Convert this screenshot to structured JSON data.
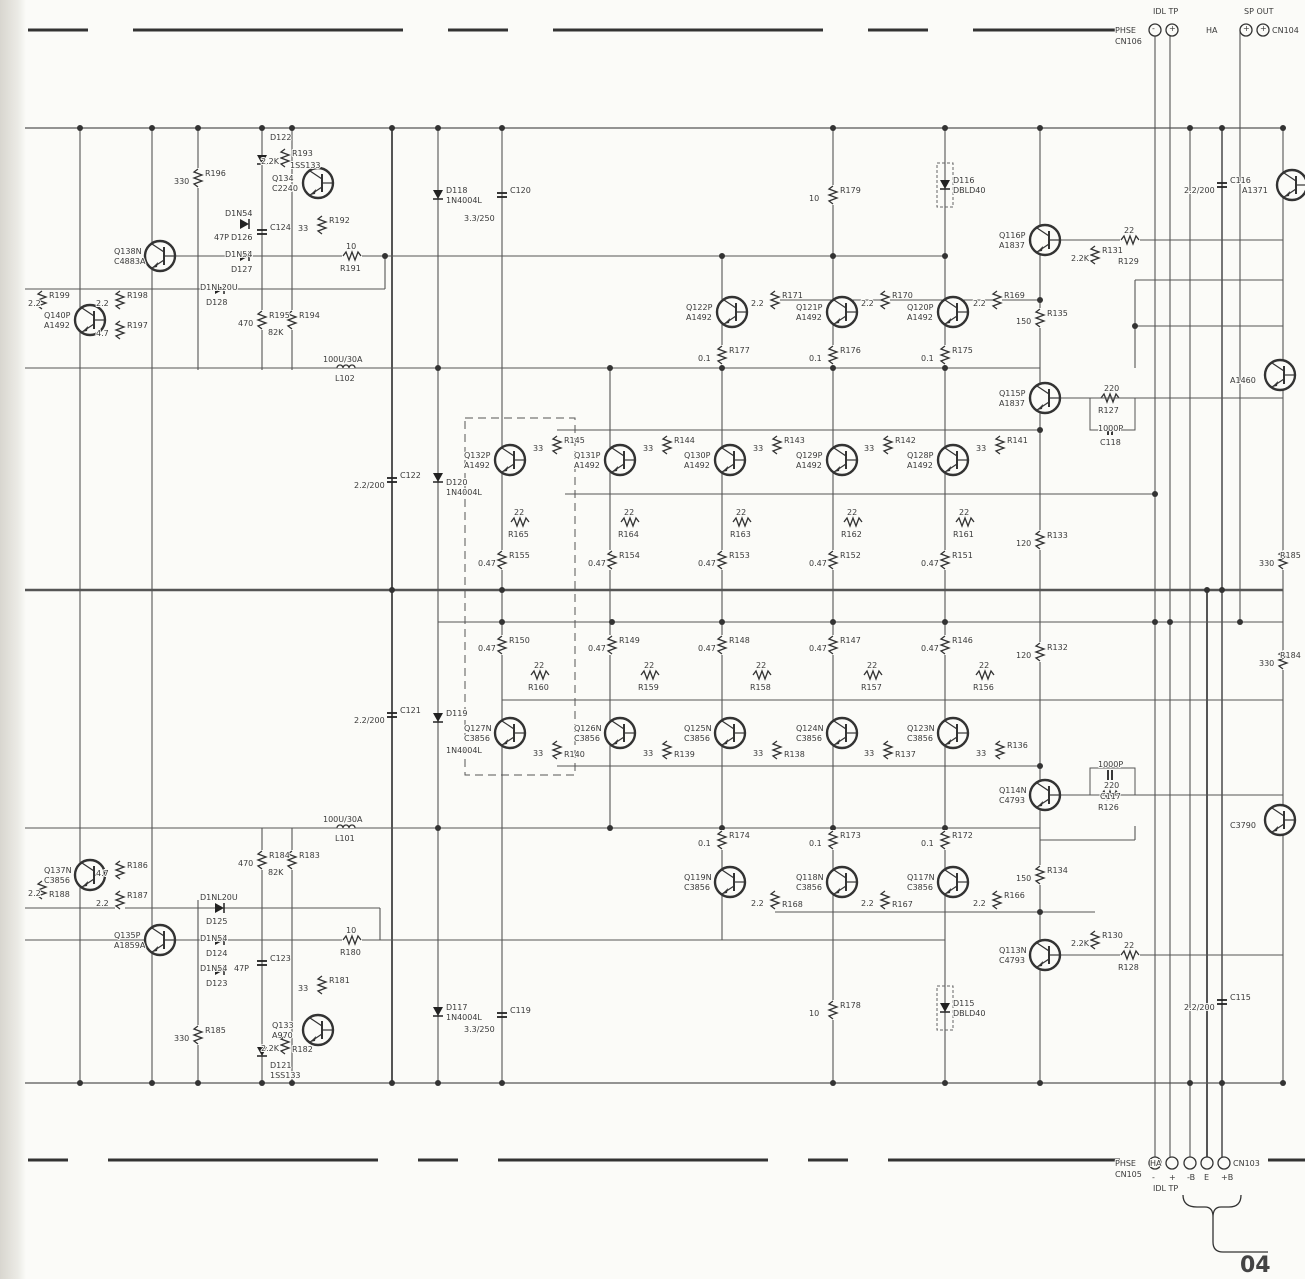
{
  "sheet_number": "04",
  "connectors": {
    "top_left": {
      "ref": "CN106",
      "name": "PHSE",
      "title": "IDL TP",
      "signs": [
        "-",
        "+"
      ]
    },
    "top_right": {
      "ref": "CN104",
      "name": "HA",
      "title": "SP OUT",
      "signs": [
        "+",
        "+"
      ]
    },
    "bottom_left": {
      "ref": "CN105",
      "name": "PHSE",
      "title": "IDL TP",
      "signs": [
        "-",
        "+"
      ]
    },
    "bottom_right": {
      "ref": "CN103",
      "name": "HA",
      "signs": [
        "-B",
        "E",
        "+B"
      ]
    }
  },
  "transistors": [
    {
      "ref": "Q138N",
      "part": "C4883A"
    },
    {
      "ref": "Q140P",
      "part": "A1492"
    },
    {
      "ref": "Q134",
      "part": "C2240"
    },
    {
      "ref": "Q135P",
      "part": "A1859A"
    },
    {
      "ref": "Q137N",
      "part": "C3856"
    },
    {
      "ref": "Q133",
      "part": "A970"
    },
    {
      "ref": "Q132P",
      "part": "A1492"
    },
    {
      "ref": "Q131P",
      "part": "A1492"
    },
    {
      "ref": "Q130P",
      "part": "A1492"
    },
    {
      "ref": "Q129P",
      "part": "A1492"
    },
    {
      "ref": "Q128P",
      "part": "A1492"
    },
    {
      "ref": "Q122P",
      "part": "A1492"
    },
    {
      "ref": "Q121P",
      "part": "A1492"
    },
    {
      "ref": "Q120P",
      "part": "A1492"
    },
    {
      "ref": "Q116P",
      "part": "A1837"
    },
    {
      "ref": "Q115P",
      "part": "A1837"
    },
    {
      "ref": "Q127N",
      "part": "C3856"
    },
    {
      "ref": "Q126N",
      "part": "C3856"
    },
    {
      "ref": "Q125N",
      "part": "C3856"
    },
    {
      "ref": "Q124N",
      "part": "C3856"
    },
    {
      "ref": "Q123N",
      "part": "C3856"
    },
    {
      "ref": "Q119N",
      "part": "C3856"
    },
    {
      "ref": "Q118N",
      "part": "C3856"
    },
    {
      "ref": "Q117N",
      "part": "C3856"
    },
    {
      "ref": "Q114N",
      "part": "C4793"
    },
    {
      "ref": "Q113N",
      "part": "C4793"
    },
    {
      "ref": "",
      "part": "A1460"
    },
    {
      "ref": "",
      "part": "C3790"
    },
    {
      "ref": "",
      "part": "A1371"
    }
  ],
  "resistors": [
    {
      "ref": "R196",
      "value": "330"
    },
    {
      "ref": "R198",
      "value": "2.2"
    },
    {
      "ref": "R197",
      "value": "4.7"
    },
    {
      "ref": "R193",
      "value": "2.2K"
    },
    {
      "ref": "R192",
      "value": "33"
    },
    {
      "ref": "R191",
      "value": "10"
    },
    {
      "ref": "R195",
      "value": "470"
    },
    {
      "ref": "R194",
      "value": "82K"
    },
    {
      "ref": "R179",
      "value": "10"
    },
    {
      "ref": "R171",
      "value": "2.2"
    },
    {
      "ref": "R170",
      "value": "2.2"
    },
    {
      "ref": "R169",
      "value": "2.2"
    },
    {
      "ref": "R177",
      "value": "0.1"
    },
    {
      "ref": "R176",
      "value": "0.1"
    },
    {
      "ref": "R175",
      "value": "0.1"
    },
    {
      "ref": "R135",
      "value": "150"
    },
    {
      "ref": "R131",
      "value": "2.2K"
    },
    {
      "ref": "R129",
      "value": "22"
    },
    {
      "ref": "R127",
      "value": "220"
    },
    {
      "ref": "R145",
      "value": "33"
    },
    {
      "ref": "R144",
      "value": "33"
    },
    {
      "ref": "R143",
      "value": "33"
    },
    {
      "ref": "R142",
      "value": "33"
    },
    {
      "ref": "R141",
      "value": "33"
    },
    {
      "ref": "R165",
      "value": "22"
    },
    {
      "ref": "R164",
      "value": "22"
    },
    {
      "ref": "R163",
      "value": "22"
    },
    {
      "ref": "R162",
      "value": "22"
    },
    {
      "ref": "R161",
      "value": "22"
    },
    {
      "ref": "R155",
      "value": "0.47"
    },
    {
      "ref": "R154",
      "value": "0.47"
    },
    {
      "ref": "R153",
      "value": "0.47"
    },
    {
      "ref": "R152",
      "value": "0.47"
    },
    {
      "ref": "R151",
      "value": "0.47"
    },
    {
      "ref": "R133",
      "value": "120"
    },
    {
      "ref": "R185",
      "value": "330"
    },
    {
      "ref": "R150",
      "value": "0.47"
    },
    {
      "ref": "R149",
      "value": "0.47"
    },
    {
      "ref": "R148",
      "value": "0.47"
    },
    {
      "ref": "R147",
      "value": "0.47"
    },
    {
      "ref": "R146",
      "value": "0.47"
    },
    {
      "ref": "R160",
      "value": "22"
    },
    {
      "ref": "R159",
      "value": "22"
    },
    {
      "ref": "R158",
      "value": "22"
    },
    {
      "ref": "R157",
      "value": "22"
    },
    {
      "ref": "R156",
      "value": "22"
    },
    {
      "ref": "R132",
      "value": "120"
    },
    {
      "ref": "R184",
      "value": "330"
    },
    {
      "ref": "R140",
      "value": "33"
    },
    {
      "ref": "R139",
      "value": "33"
    },
    {
      "ref": "R138",
      "value": "33"
    },
    {
      "ref": "R137",
      "value": "33"
    },
    {
      "ref": "R136",
      "value": "33"
    },
    {
      "ref": "R126",
      "value": "220"
    },
    {
      "ref": "R174",
      "value": "0.1"
    },
    {
      "ref": "R173",
      "value": "0.1"
    },
    {
      "ref": "R172",
      "value": "0.1"
    },
    {
      "ref": "R168",
      "value": "2.2"
    },
    {
      "ref": "R167",
      "value": "2.2"
    },
    {
      "ref": "R166",
      "value": "2.2"
    },
    {
      "ref": "R134",
      "value": "150"
    },
    {
      "ref": "R130",
      "value": "2.2K"
    },
    {
      "ref": "R128",
      "value": "22"
    },
    {
      "ref": "R178",
      "value": "10"
    },
    {
      "ref": "R186",
      "value": "4.7"
    },
    {
      "ref": "R187",
      "value": "2.2"
    },
    {
      "ref": "R184",
      "value": "470"
    },
    {
      "ref": "R183",
      "value": "82K"
    },
    {
      "ref": "R180",
      "value": "10"
    },
    {
      "ref": "R181",
      "value": "33"
    },
    {
      "ref": "R182",
      "value": "2.2K"
    },
    {
      "ref": "R185",
      "value": "330"
    },
    {
      "ref": "R199",
      "value": "2.2"
    },
    {
      "ref": "R188",
      "value": "2.2"
    }
  ],
  "diodes": [
    {
      "ref": "D122",
      "part": "1SS133"
    },
    {
      "ref": "D126",
      "part": "D1N54"
    },
    {
      "ref": "D127",
      "part": "D1N54"
    },
    {
      "ref": "D128",
      "part": "D1NL20U"
    },
    {
      "ref": "D118",
      "part": "1N4004L"
    },
    {
      "ref": "D120",
      "part": "1N4004L"
    },
    {
      "ref": "D119",
      "part": "1N4004L"
    },
    {
      "ref": "D117",
      "part": "1N4004L"
    },
    {
      "ref": "D116",
      "part": "DBLD40"
    },
    {
      "ref": "D115",
      "part": "DBLD40"
    },
    {
      "ref": "D125",
      "part": "D1NL20U"
    },
    {
      "ref": "D124",
      "part": "D1N54"
    },
    {
      "ref": "D123",
      "part": "D1N54"
    },
    {
      "ref": "D121",
      "part": "1SS133"
    }
  ],
  "capacitors": [
    {
      "ref": "C124",
      "value": "47P"
    },
    {
      "ref": "C120",
      "value": "3.3/250"
    },
    {
      "ref": "C122",
      "value": "2.2/200"
    },
    {
      "ref": "C121",
      "value": "2.2/200"
    },
    {
      "ref": "C119",
      "value": "3.3/250"
    },
    {
      "ref": "C123",
      "value": "47P"
    },
    {
      "ref": "C118",
      "value": "1000P"
    },
    {
      "ref": "C117",
      "value": "1000P"
    },
    {
      "ref": "C116",
      "value": "2.2/200"
    },
    {
      "ref": "C115",
      "value": "2.2/200"
    }
  ],
  "inductors": [
    {
      "ref": "L102",
      "value": "100U/30A"
    },
    {
      "ref": "L101",
      "value": "100U/30A"
    }
  ]
}
